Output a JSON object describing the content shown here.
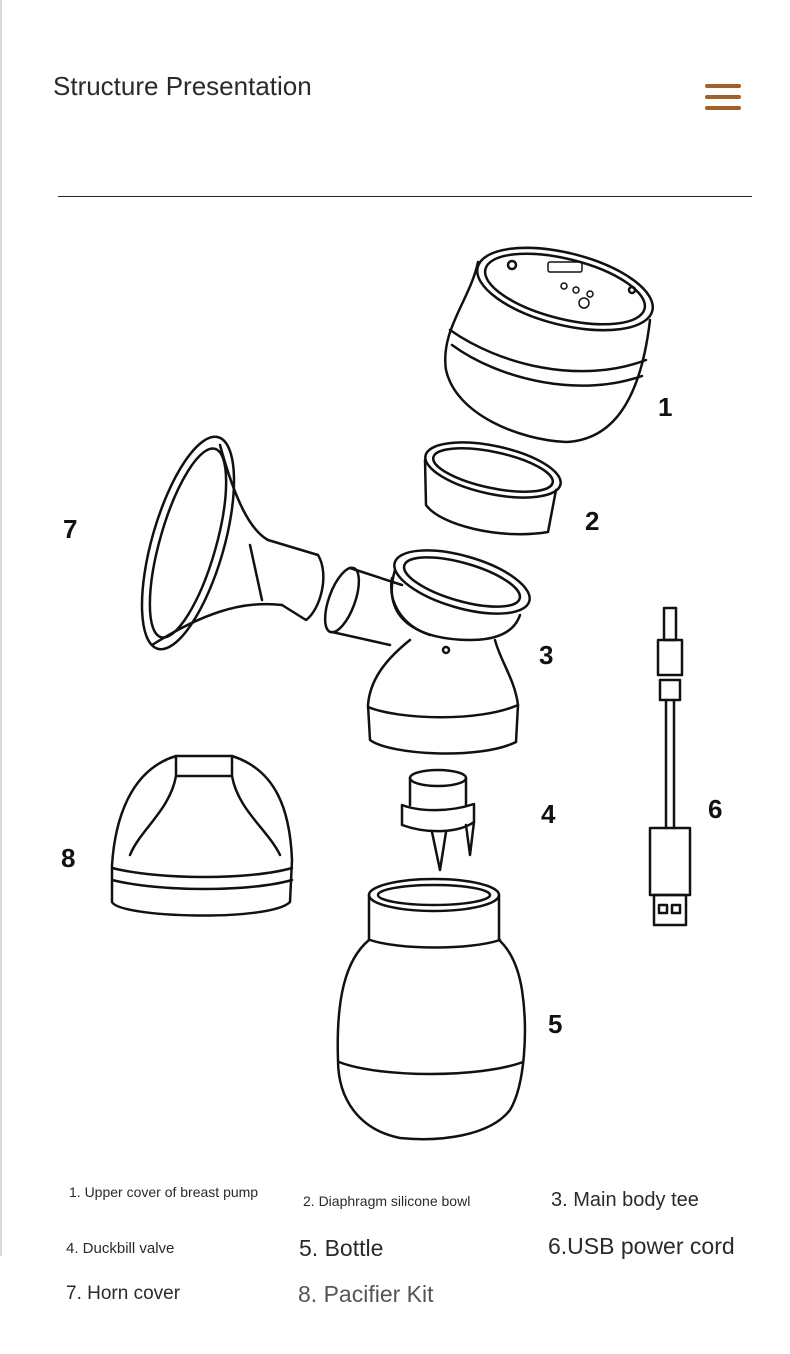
{
  "header": {
    "title": "Structure Presentation",
    "menu_icon": "hamburger-menu-icon",
    "accent_color": "#a0612a"
  },
  "diagram": {
    "part_numbers": [
      "1",
      "2",
      "3",
      "4",
      "5",
      "6",
      "7",
      "8"
    ],
    "captions": [
      "1. Upper cover of breast pump",
      "2. Diaphragm silicone bowl",
      "3. Main body tee",
      "4. Duckbill valve",
      "5. Bottle",
      "6.USB power cord",
      "7. Horn cover",
      "8. Pacifier Kit"
    ]
  }
}
